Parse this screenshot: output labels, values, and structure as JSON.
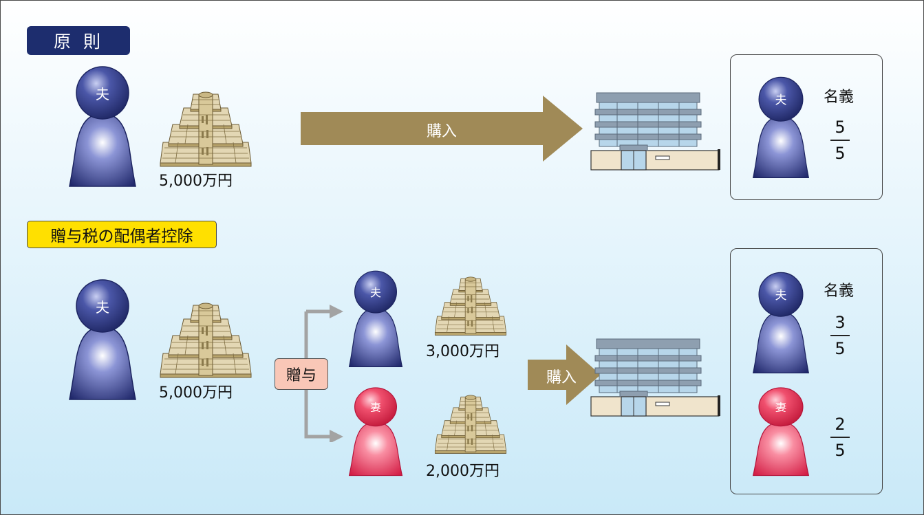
{
  "principle": {
    "tag": "原則",
    "husband_label": "夫",
    "amount": "5,000万円",
    "action": "購入",
    "ownership": {
      "heading": "名義",
      "husband_label": "夫",
      "numerator": "5",
      "denominator": "5"
    }
  },
  "spousal_deduction": {
    "tag": "贈与税の配偶者控除",
    "husband_label": "夫",
    "amount": "5,000万円",
    "gift_label": "贈与",
    "recipient_husband": {
      "label": "夫",
      "amount": "3,000万円"
    },
    "recipient_wife": {
      "label": "妻",
      "amount": "2,000万円"
    },
    "action": "購入",
    "ownership": {
      "heading": "名義",
      "husband": {
        "label": "夫",
        "numerator": "3",
        "denominator": "5"
      },
      "wife": {
        "label": "妻",
        "numerator": "2",
        "denominator": "5"
      }
    }
  },
  "colors": {
    "husband": "#26306e",
    "wife": "#e8264f",
    "arrow": "#a08a57",
    "gift_arrow": "#a3a3a3",
    "principle_tag": "#1d2d6e",
    "deduction_tag": "#ffe000",
    "gift_box": "#f9c7b7"
  }
}
